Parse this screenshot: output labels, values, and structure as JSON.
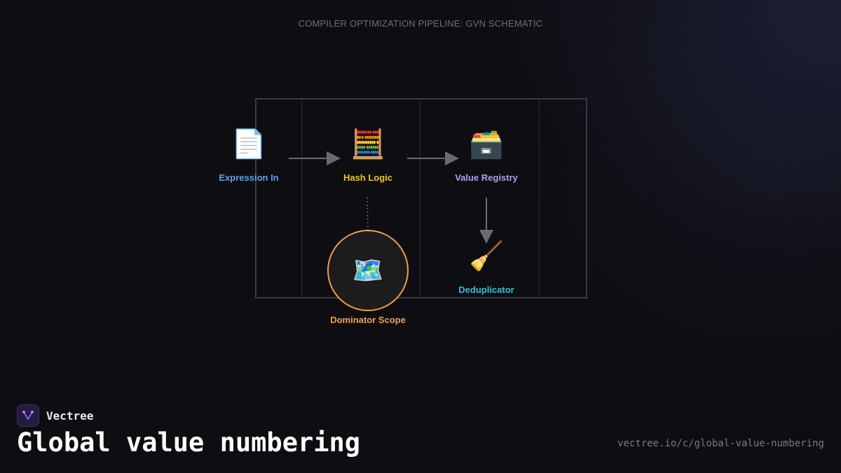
{
  "header": {
    "schematic_title": "COMPILER OPTIMIZATION PIPELINE: GVN SCHEMATIC"
  },
  "nodes": {
    "expression_in": {
      "label": "Expression In",
      "icon": "📄",
      "icon_name": "page-document-icon",
      "color": "#5aa0f0"
    },
    "hash_logic": {
      "label": "Hash Logic",
      "icon": "🧮",
      "icon_name": "abacus-icon",
      "color": "#f5c518"
    },
    "value_registry": {
      "label": "Value Registry",
      "icon": "🗃️",
      "icon_name": "card-file-box-icon",
      "color": "#b49cf5"
    },
    "dominator_scope": {
      "label": "Dominator Scope",
      "icon": "🗺️",
      "icon_name": "world-map-icon",
      "color": "#f0a050"
    },
    "deduplicator": {
      "label": "Deduplicator",
      "icon": "🧹",
      "icon_name": "broom-icon",
      "color": "#2cc4d4"
    }
  },
  "edges": [
    {
      "from": "Expression In",
      "to": "Hash Logic",
      "style": "solid-arrow"
    },
    {
      "from": "Hash Logic",
      "to": "Value Registry",
      "style": "solid-arrow"
    },
    {
      "from": "Value Registry",
      "to": "Deduplicator",
      "style": "solid-arrow"
    },
    {
      "from": "Hash Logic",
      "to": "Dominator Scope",
      "style": "dotted"
    }
  ],
  "colors": {
    "background": "#0e0e12",
    "frame": "#3a3a40",
    "connector": "#6a6a70",
    "brand_accent": "#8a5cf0"
  },
  "footer": {
    "brand": "Vectree",
    "title": "Global value numbering",
    "url": "vectree.io/c/global-value-numbering"
  }
}
